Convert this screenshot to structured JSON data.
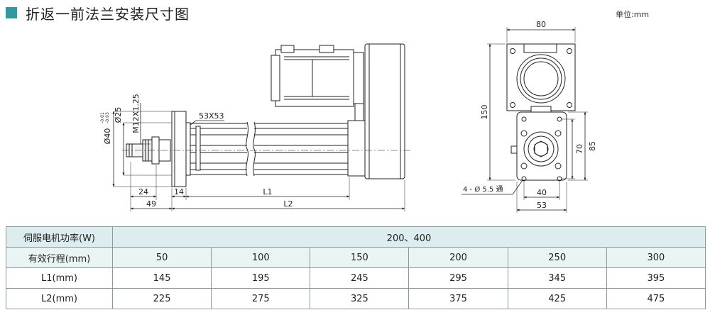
{
  "title": "折返一前法兰安装尺寸图",
  "unit_label": "单位:mm",
  "drawing": {
    "labels": {
      "dia40": "Ø40",
      "dia40_tol_upper": "-0.01",
      "dia40_tol_lower": "-0.03",
      "dia25": "Ø25",
      "thread": "M12X1.25",
      "square": "53X53",
      "d24": "24",
      "d14": "14",
      "d49": "49",
      "L1": "L1",
      "L2": "L2",
      "d80": "80",
      "d150": "150",
      "d70": "70",
      "d85": "85",
      "d40": "40",
      "d53": "53",
      "holes": "4 - Ø 5.5 通"
    }
  },
  "table": {
    "power_label": "伺服电机功率(W)",
    "power_value": "200、400",
    "stroke_label": "有效行程(mm)",
    "l1_label": "L1(mm)",
    "l2_label": "L2(mm)",
    "strokes": [
      "50",
      "100",
      "150",
      "200",
      "250",
      "300"
    ],
    "l1": [
      "145",
      "195",
      "245",
      "295",
      "345",
      "395"
    ],
    "l2": [
      "225",
      "275",
      "325",
      "375",
      "425",
      "475"
    ]
  }
}
